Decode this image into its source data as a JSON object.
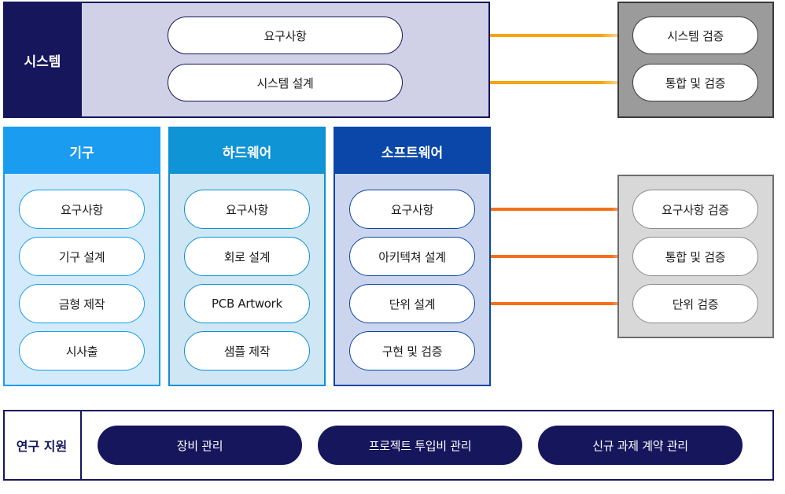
{
  "system": {
    "label": "시스템",
    "items": [
      "요구사항",
      "시스템 설계"
    ]
  },
  "verification_top": {
    "items": [
      "시스템 검증",
      "통합 및 검증"
    ]
  },
  "verification_bottom": {
    "items": [
      "요구사항 검증",
      "통합 및 검증",
      "단위 검증"
    ]
  },
  "columns": {
    "mechanical": {
      "title": "기구",
      "items": [
        "요구사항",
        "기구 설계",
        "금형 제작",
        "시사출"
      ]
    },
    "hardware": {
      "title": "하드웨어",
      "items": [
        "요구사항",
        "회로 설계",
        "PCB Artwork",
        "샘플 제작"
      ]
    },
    "software": {
      "title": "소프트웨어",
      "items": [
        "요구사항",
        "아키텍쳐 설계",
        "단위 설계",
        "구현 및 검증"
      ]
    }
  },
  "support": {
    "label": "연구 지원",
    "items": [
      "장비 관리",
      "프로젝트 투입비 관리",
      "신규 과제 계약 관리"
    ]
  },
  "colors": {
    "navy": "#16165c",
    "arrow_top": "#f6a40f",
    "arrow_bottom": "#f3701a",
    "mech_blue": "#1a9cf0",
    "hw_blue": "#0f94d6",
    "sw_blue": "#0a47a9"
  }
}
